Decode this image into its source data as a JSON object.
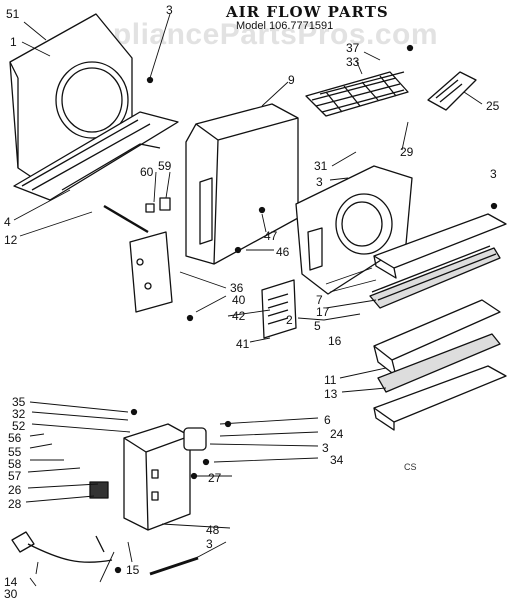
{
  "header": {
    "title": "AIR FLOW PARTS",
    "model": "Model 106.7771591"
  },
  "watermark": "AppliancePartsPros.com",
  "corner_mark": "CS",
  "callouts": [
    "51",
    "1",
    "3",
    "4",
    "12",
    "9",
    "60",
    "59",
    "37",
    "33",
    "25",
    "29",
    "31",
    "3",
    "3",
    "47",
    "46",
    "36",
    "40",
    "42",
    "41",
    "2",
    "7",
    "17",
    "5",
    "16",
    "11",
    "13",
    "35",
    "32",
    "52",
    "56",
    "55",
    "58",
    "57",
    "26",
    "28",
    "6",
    "24",
    "3",
    "34",
    "27",
    "48",
    "3",
    "15",
    "14",
    "30"
  ]
}
